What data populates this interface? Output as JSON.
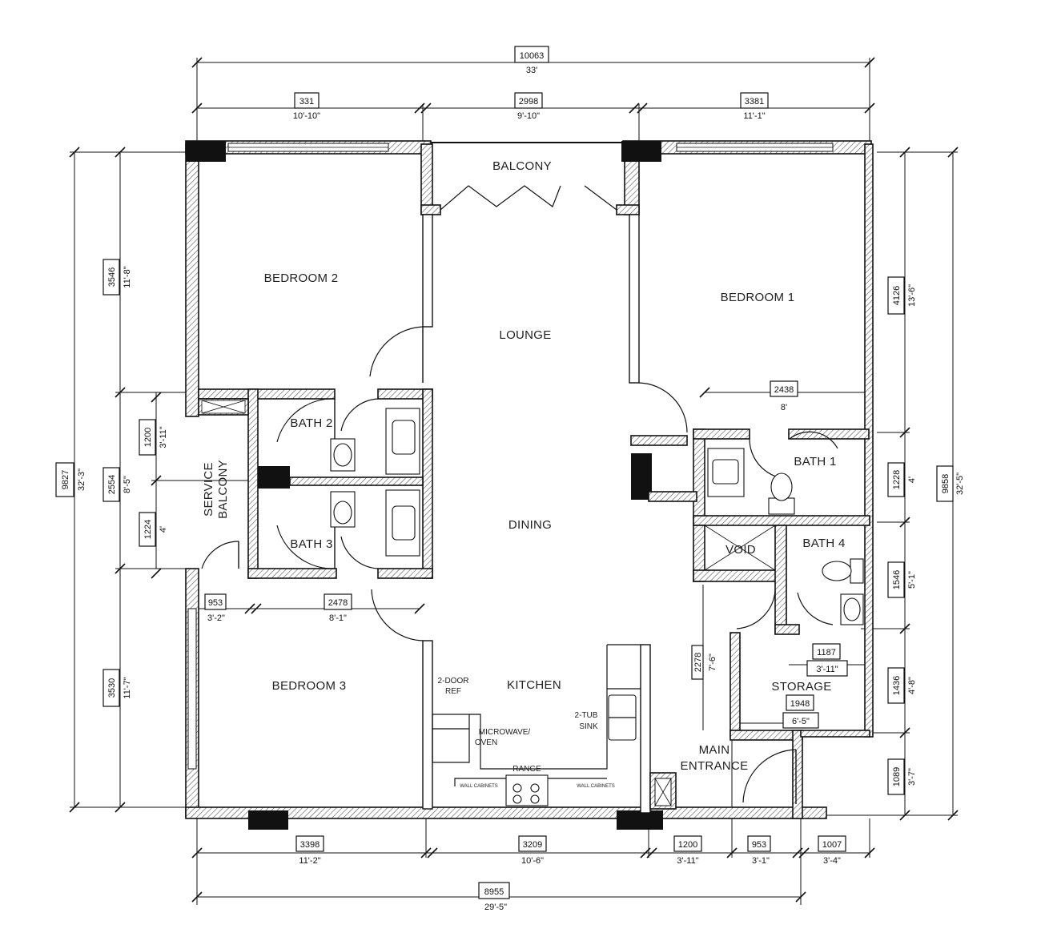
{
  "rooms": {
    "balcony": "BALCONY",
    "bedroom_2": "BEDROOM 2",
    "bedroom_1": "BEDROOM 1",
    "lounge": "LOUNGE",
    "bath_2": "BATH 2",
    "bath_1": "BATH 1",
    "service_balcony_1": "SERVICE",
    "service_balcony_2": "BALCONY",
    "dining": "DINING",
    "bath_3": "BATH 3",
    "void": "VOID",
    "bath_4": "BATH 4",
    "bedroom_3": "BEDROOM 3",
    "kitchen": "KITCHEN",
    "storage": "STORAGE",
    "main_entrance_1": "MAIN",
    "main_entrance_2": "ENTRANCE"
  },
  "kitchen_labels": {
    "ref_1": "2-DOOR",
    "ref_2": "REF",
    "microwave_1": "MICROWAVE/",
    "microwave_2": "OVEN",
    "sink_1": "2-TUB",
    "sink_2": "SINK",
    "range": "RANGE",
    "wall_cabinets_left": "WALL CABINETS",
    "wall_cabinets_right": "WALL CABINETS"
  },
  "dimensions": {
    "overall_top": {
      "mm": "10063",
      "ft": "33'"
    },
    "top_left": {
      "mm": "331",
      "ft": "10'-10\""
    },
    "top_center": {
      "mm": "2998",
      "ft": "9'-10\""
    },
    "top_right": {
      "mm": "3381",
      "ft": "11'-1\""
    },
    "left_overall": {
      "mm": "9827",
      "ft": "32'-3\""
    },
    "left_upper": {
      "mm": "3546",
      "ft": "11'-8\""
    },
    "left_middle": {
      "mm": "2554",
      "ft": "8'-5\""
    },
    "left_bath2": {
      "mm": "1200",
      "ft": "3'-11\""
    },
    "left_bath3": {
      "mm": "1224",
      "ft": "4'"
    },
    "left_lower": {
      "mm": "3530",
      "ft": "11'-7\""
    },
    "right_overall": {
      "mm": "9858",
      "ft": "32'-5\""
    },
    "right_upper": {
      "mm": "4126",
      "ft": "13'-6\""
    },
    "right_bath1": {
      "mm": "1228",
      "ft": "4'"
    },
    "right_bath4": {
      "mm": "1546",
      "ft": "5'-1\""
    },
    "right_storage": {
      "mm": "1436",
      "ft": "4'-8\""
    },
    "right_entrance": {
      "mm": "1089",
      "ft": "3'-7\""
    },
    "inner_bedroom1": {
      "mm": "2438",
      "ft": "8'"
    },
    "inner_service": {
      "mm": "953",
      "ft": "3'-2\""
    },
    "inner_bath_row": {
      "mm": "2478",
      "ft": "8'-1\""
    },
    "inner_storage_v": {
      "mm": "2278",
      "ft": "7'-6\""
    },
    "inner_bath4": {
      "mm": "1187",
      "ft": "3'-11\""
    },
    "inner_storage_h": {
      "mm": "1948",
      "ft": "6'-5\""
    },
    "bottom_left": {
      "mm": "3398",
      "ft": "11'-2\""
    },
    "bottom_center": {
      "mm": "3209",
      "ft": "10'-6\""
    },
    "bottom_r1": {
      "mm": "1200",
      "ft": "3'-11\""
    },
    "bottom_r2": {
      "mm": "953",
      "ft": "3'-1\""
    },
    "bottom_r3": {
      "mm": "1007",
      "ft": "3'-4\""
    },
    "overall_bottom": {
      "mm": "8955",
      "ft": "29'-5\""
    }
  }
}
